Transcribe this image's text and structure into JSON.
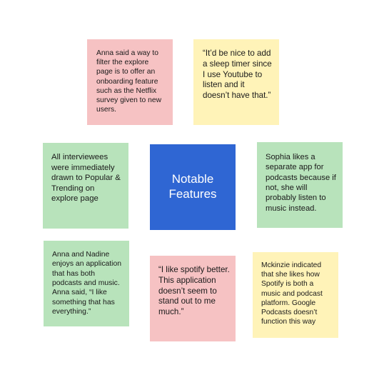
{
  "board": {
    "center": {
      "label": "Notable Features",
      "color": "#2f66d3"
    },
    "notes": [
      {
        "text": "Anna said a way to filter the explore page is to offer an onboarding feature such as the Netflix survey given to new users.",
        "color": "#f6c2c3"
      },
      {
        "text": "“It’d be nice to add a sleep timer since I use Youtube to listen and it doesn’t have that.”",
        "color": "#fff3b8"
      },
      {
        "text": "All interviewees were immediately drawn to Popular & Trending on explore page",
        "color": "#b8e3bb"
      },
      {
        "text": "Sophia likes a separate app for podcasts because if not, she will probably listen to music instead.",
        "color": "#b8e3bb"
      },
      {
        "text": "Anna and Nadine enjoys an application that has both podcasts and music. Anna said, “I like something that has everything.”",
        "color": "#b8e3bb"
      },
      {
        "text": "“I like spotify better. This application doesn’t seem to stand out to me much.”",
        "color": "#f6c2c3"
      },
      {
        "text": "Mckinzie indicated that she likes how Spotify is both a music and podcast platform. Google Podcasts doesn’t function this way",
        "color": "#fff3b8"
      }
    ]
  }
}
